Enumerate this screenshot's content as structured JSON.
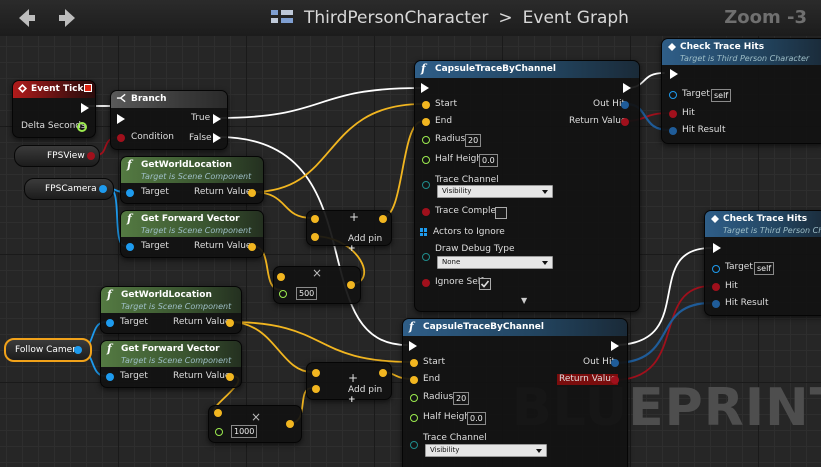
{
  "header": {
    "title": "ThirdPersonCharacter",
    "separator": ">",
    "graph": "Event Graph",
    "zoom": "Zoom -3"
  },
  "watermark": "BLUEPRINT",
  "colors": {
    "exec": "#ffffff",
    "vector": "#f2b620",
    "object": "#1e9bee",
    "bool": "#a0101c",
    "float": "#9ceb4f",
    "struct": "#1f5c99",
    "selection": "#f1a21a"
  },
  "icons": {
    "back": "back-arrow-icon",
    "forward": "forward-arrow-icon",
    "graph": "graph-icon",
    "function": "function-icon"
  },
  "nodes": {
    "event_tick": {
      "title": "Event Tick",
      "pin_delta": "Delta Seconds"
    },
    "branch": {
      "title": "Branch",
      "pin_condition": "Condition",
      "pin_true": "True",
      "pin_false": "False"
    },
    "fpsview": {
      "label": "FPSView"
    },
    "fpscamera": {
      "label": "FPSCamera"
    },
    "follow_camera": {
      "label": "Follow Camera"
    },
    "getworld1": {
      "title": "GetWorldLocation",
      "subtitle": "Target is Scene Component",
      "pin_target": "Target",
      "pin_return": "Return Value"
    },
    "getfwd1": {
      "title": "Get Forward Vector",
      "subtitle": "Target is Scene Component",
      "pin_target": "Target",
      "pin_return": "Return Value"
    },
    "getworld2": {
      "title": "GetWorldLocation",
      "subtitle": "Target is Scene Component",
      "pin_target": "Target",
      "pin_return": "Return Value"
    },
    "getfwd2": {
      "title": "Get Forward Vector",
      "subtitle": "Target is Scene Component",
      "pin_target": "Target",
      "pin_return": "Return Value"
    },
    "add1": {
      "label": "Add pin",
      "plus": "+"
    },
    "add2": {
      "label": "Add pin",
      "plus": "+"
    },
    "mul1": {
      "symbol": "×",
      "value": "500"
    },
    "mul2": {
      "symbol": "×",
      "value": "1000"
    },
    "trace1": {
      "title": "CapsuleTraceByChannel",
      "pin_start": "Start",
      "pin_end": "End",
      "pin_radius": "Radius",
      "radius": "20",
      "pin_half": "Half Height",
      "half": "0.0",
      "pin_channel": "Trace Channel",
      "channel": "Visibility",
      "pin_complex": "Trace Complex",
      "pin_ignore": "Actors to Ignore",
      "pin_debug": "Draw Debug Type",
      "debug": "None",
      "pin_self": "Ignore Self",
      "pin_outhit": "Out Hit",
      "pin_return": "Return Value",
      "expand": "▼"
    },
    "trace2": {
      "title": "CapsuleTraceByChannel",
      "pin_start": "Start",
      "pin_end": "End",
      "pin_radius": "Radius",
      "radius": "20",
      "pin_half": "Half Height",
      "half": "0.0",
      "pin_channel": "Trace Channel",
      "channel": "Visibility",
      "pin_outhit": "Out Hit",
      "pin_return": "Return Value"
    },
    "check1": {
      "title": "Check Trace Hits",
      "subtitle": "Target is Third Person Character",
      "pin_target": "Target",
      "target_value": "self",
      "pin_hit": "Hit",
      "pin_result": "Hit Result"
    },
    "check2": {
      "title": "Check Trace Hits",
      "subtitle": "Target is Third Person Character",
      "pin_target": "Target",
      "target_value": "self",
      "pin_hit": "Hit",
      "pin_result": "Hit Result"
    }
  }
}
